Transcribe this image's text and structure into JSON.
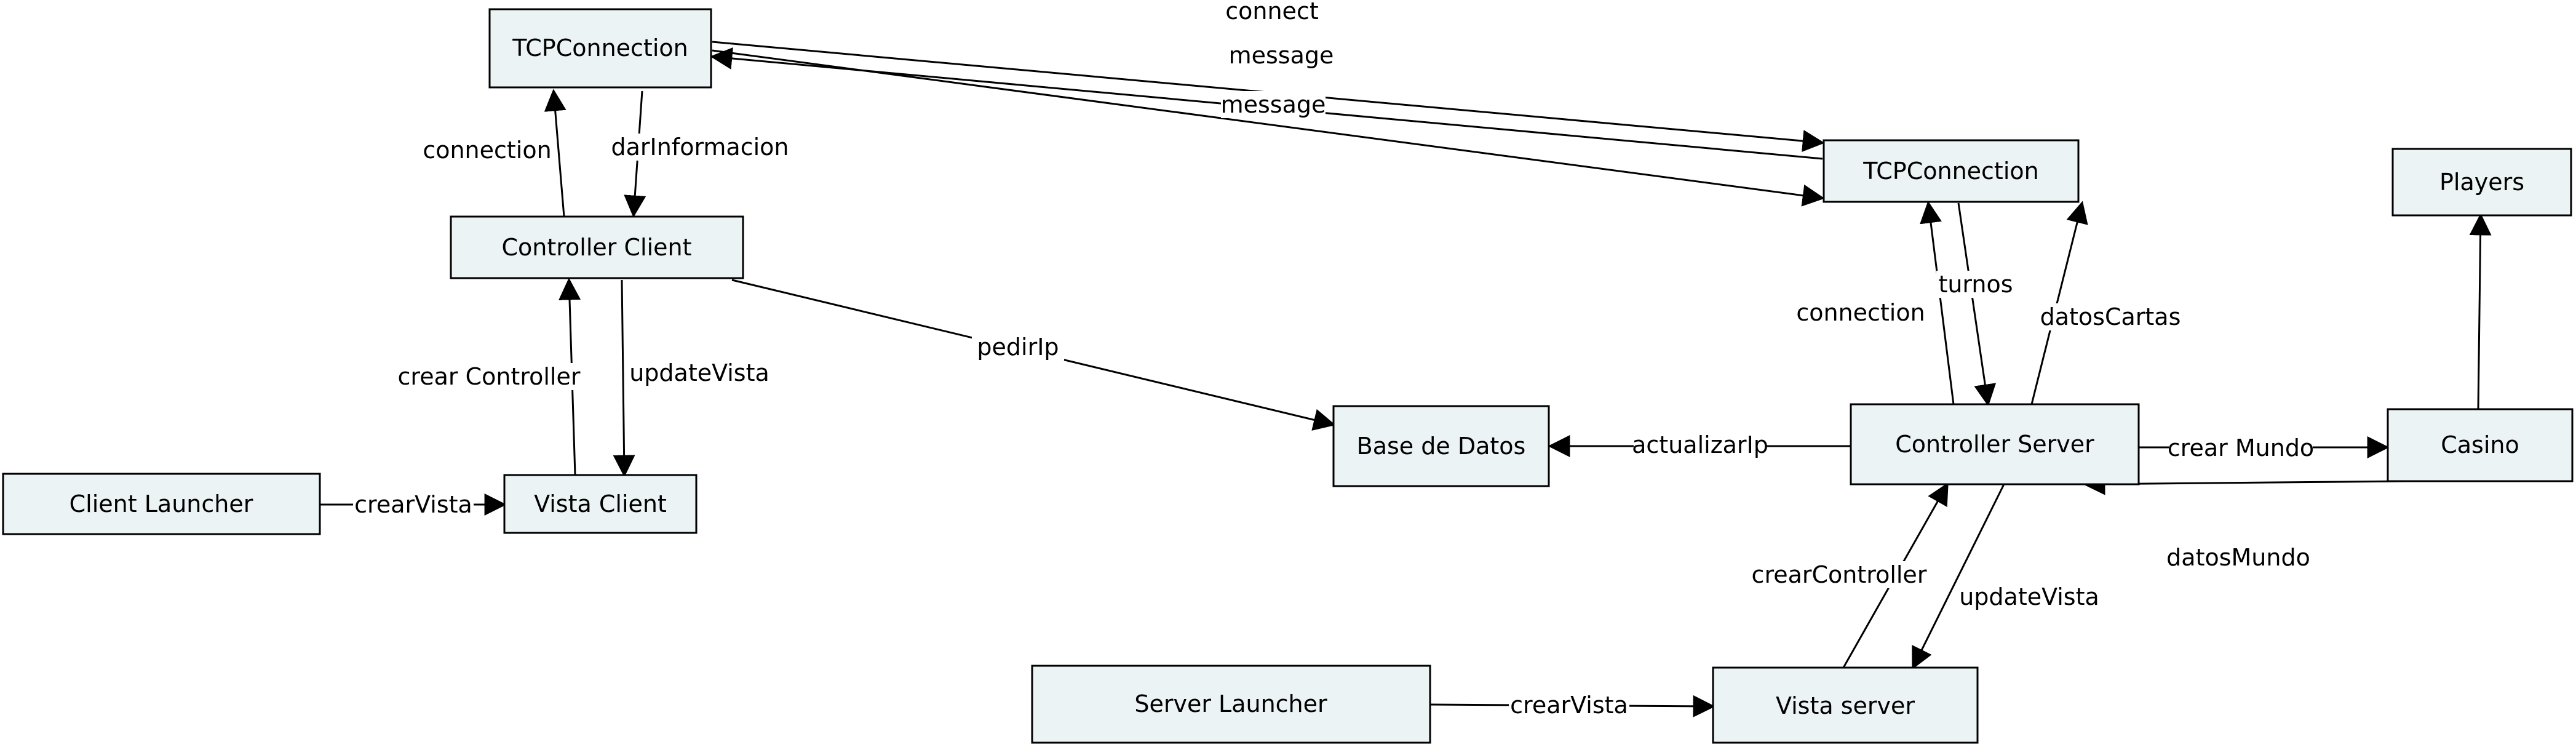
{
  "nodes": {
    "tcp_client": "TCPConnection",
    "controller_client": "Controller Client",
    "client_launcher": "Client Launcher",
    "vista_client": "Vista Client",
    "base_datos": "Base de Datos",
    "tcp_server": "TCPConnection",
    "controller_server": "Controller Server",
    "casino": "Casino",
    "players": "Players",
    "server_launcher": "Server Launcher",
    "vista_server": "Vista server"
  },
  "edges": {
    "connect": "connect",
    "message_to_server": "message",
    "message_to_client": "message",
    "connection_client": "connection",
    "dar_informacion": "darInformacion",
    "crear_controller_client": "crear Controller",
    "update_vista_client": "updateVista",
    "crear_vista_client": "crearVista",
    "pedir_ip": "pedirIp",
    "actualizar_ip": "actualizarIp",
    "connection_server": "connection",
    "turnos": "turnos",
    "datos_cartas": "datosCartas",
    "crear_mundo": "crear Mundo",
    "datos_mundo": "datosMundo",
    "casino_players": "",
    "crear_controller_server": "crearController",
    "update_vista_server": "updateVista",
    "crear_vista_server": "crearVista"
  }
}
